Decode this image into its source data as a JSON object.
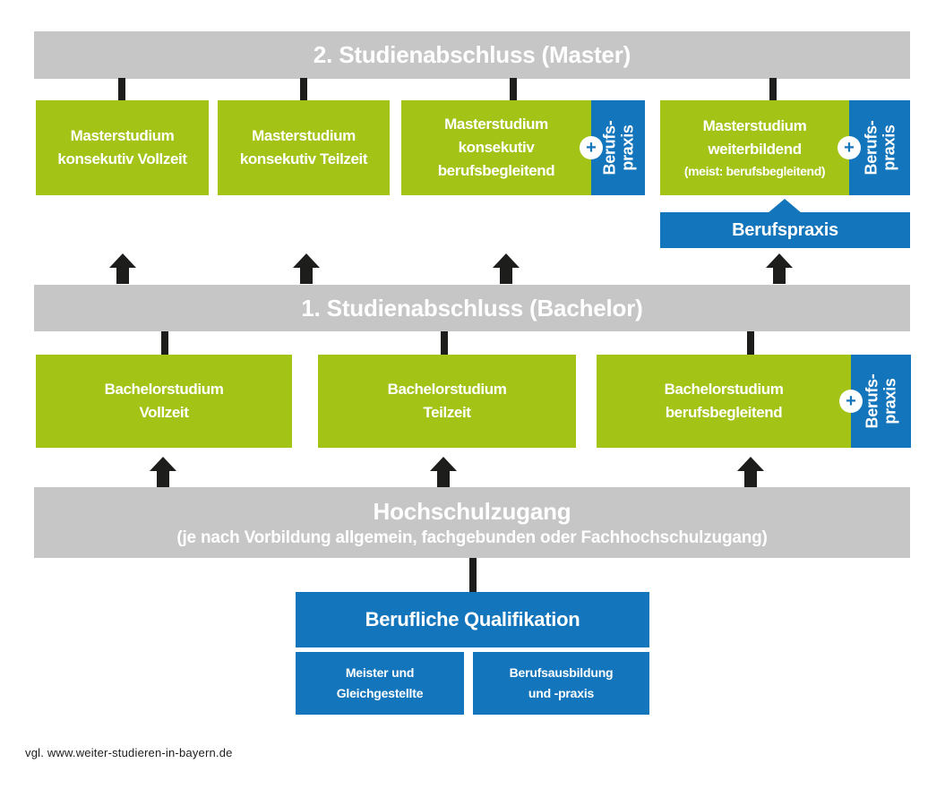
{
  "colors": {
    "green": "#a3c317",
    "blue": "#1375bb",
    "gray": "#c6c6c6",
    "black": "#1d1d1b",
    "white": "#ffffff"
  },
  "bars": {
    "master": "2. Studienabschluss (Master)",
    "bachelor": "1. Studienabschluss (Bachelor)",
    "access_title": "Hochschulzugang",
    "access_subtitle": "(je nach Vorbildung allgemein, fachgebunden oder Fachhochschulzugang)"
  },
  "master_boxes": [
    {
      "lines": [
        "Masterstudium",
        "konsekutiv Vollzeit"
      ]
    },
    {
      "lines": [
        "Masterstudium",
        "konsekutiv Teilzeit"
      ]
    },
    {
      "lines": [
        "Masterstudium",
        "konsekutiv",
        "berufsbegleitend"
      ]
    },
    {
      "lines": [
        "Masterstudium",
        "weiterbildend"
      ],
      "note": "(meist: berufsbegleitend)"
    }
  ],
  "bachelor_boxes": [
    {
      "lines": [
        "Bachelorstudium",
        "Vollzeit"
      ]
    },
    {
      "lines": [
        "Bachelorstudium",
        "Teilzeit"
      ]
    },
    {
      "lines": [
        "Bachelorstudium",
        "berufsbegleitend"
      ]
    }
  ],
  "badge": {
    "plus": "+",
    "line1": "Berufs-",
    "line2": "praxis"
  },
  "berufspraxis_box_label": "Berufspraxis",
  "qualification": {
    "title": "Berufliche Qualifikation",
    "boxes": [
      {
        "line1": "Meister und",
        "line2": "Gleichgestellte"
      },
      {
        "line1": "Berufsausbildung",
        "line2": "und -praxis"
      }
    ]
  },
  "footer": "vgl. www.weiter-studieren-in-bayern.de"
}
